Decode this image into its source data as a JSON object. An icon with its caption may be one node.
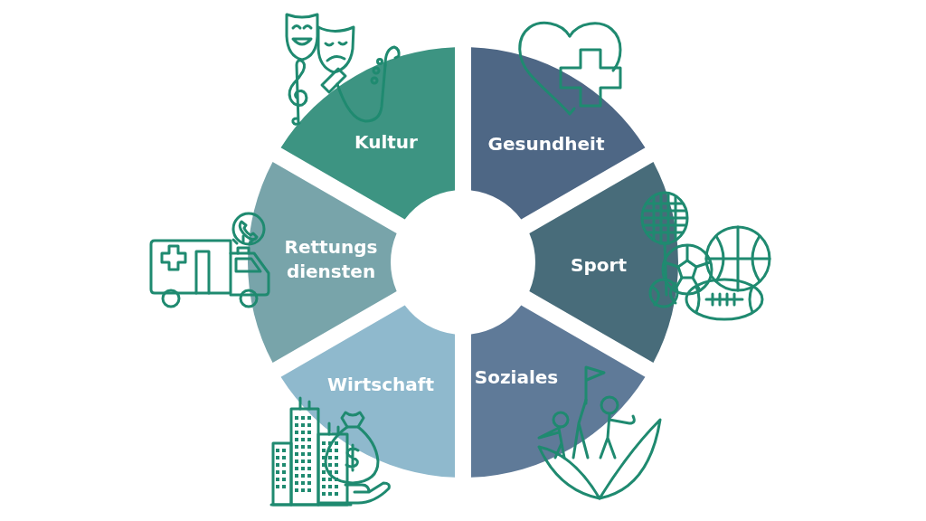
{
  "diagram": {
    "nodes": [
      {
        "text": [
          "Kultur"
        ]
      },
      {
        "text": [
          "Gesundheit"
        ]
      },
      {
        "text": [
          "Rettungs diensten"
        ]
      },
      {
        "text": [
          "Sport"
        ]
      },
      {
        "text": [
          "Wirtschaft"
        ]
      },
      {
        "text": [
          "Soziales"
        ]
      }
    ]
  }
}
